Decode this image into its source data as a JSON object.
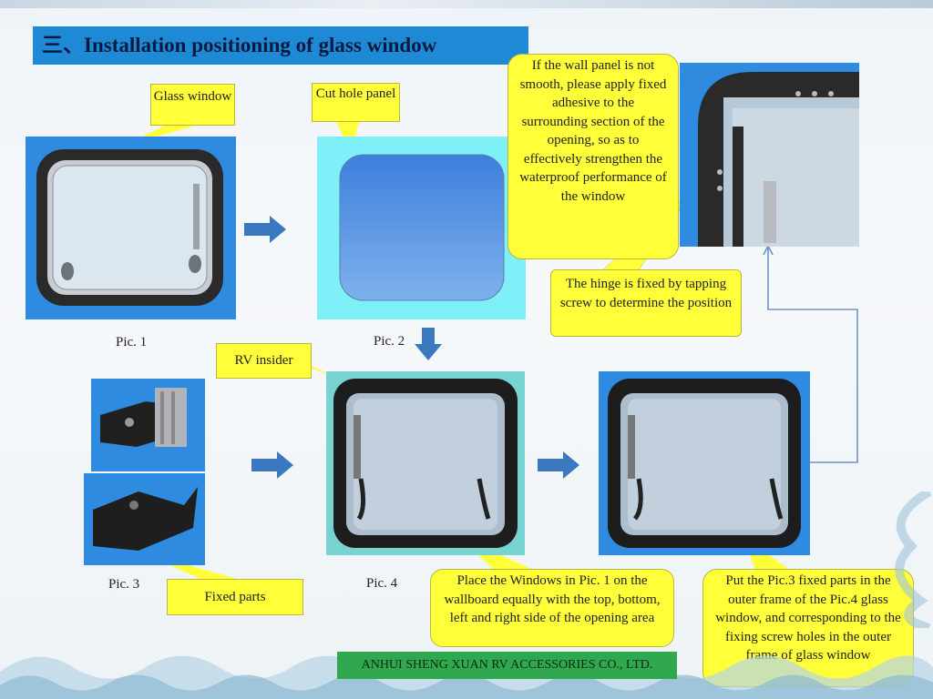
{
  "title": "三、Installation positioning of glass window",
  "callouts": {
    "glass_window": "Glass window",
    "cut_hole_panel": "Cut hole panel",
    "adhesive_note": "If the wall panel is not smooth, please apply fixed adhesive to the surrounding section of the opening, so as to effectively strengthen the waterproof performance of the window",
    "hinge_note": "The hinge is fixed by tapping screw to determine the position",
    "rv_insider": "RV insider",
    "fixed_parts": "Fixed parts",
    "place_windows": "Place the Windows in Pic. 1 on the wallboard equally with the top, bottom, left and right side of the opening area",
    "put_pic3": "Put the Pic.3 fixed parts in the outer frame of the Pic.4 glass window, and corresponding to the fixing screw holes in the outer frame of glass window"
  },
  "labels": {
    "pic1": "Pic. 1",
    "pic2": "Pic. 2",
    "pic3": "Pic. 3",
    "pic4": "Pic. 4"
  },
  "company": "ANHUI SHENG XUAN  RV ACCESSORIES CO., LTD.",
  "colors": {
    "title_bg": "#1e8ad6",
    "callout_bg": "#ffff3a",
    "arrow": "#3a78c0",
    "company_bg": "#2fa84f",
    "connector_line": "#6f93c8"
  }
}
